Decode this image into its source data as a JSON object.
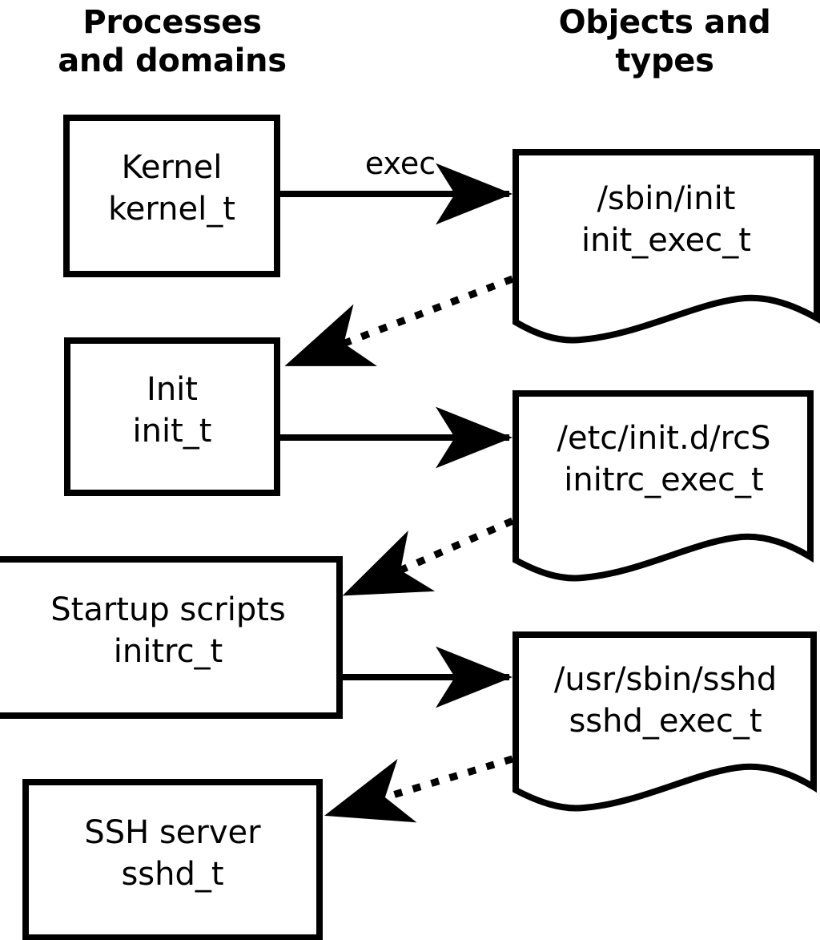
{
  "diagram": {
    "title_left": "Processes\nand domains",
    "title_right": "Objects and\ntypes",
    "process_nodes": [
      {
        "name": "kernel",
        "label": "Kernel\nkernel_t"
      },
      {
        "name": "init",
        "label": "Init\ninit_t"
      },
      {
        "name": "initrc",
        "label": "Startup scripts\ninitrc_t"
      },
      {
        "name": "sshd",
        "label": "SSH server\nsshd_t"
      }
    ],
    "object_nodes": [
      {
        "name": "init-exec",
        "label": "/sbin/init\ninit_exec_t"
      },
      {
        "name": "initrc-exec",
        "label": "/etc/init.d/rcS\ninitrc_exec_t"
      },
      {
        "name": "sshd-exec",
        "label": "/usr/sbin/sshd\nsshd_exec_t"
      }
    ],
    "edges": [
      {
        "name": "kernel-exec-init",
        "label": "exec",
        "style": "solid"
      },
      {
        "name": "init-exec-to-init",
        "label": "",
        "style": "dotted"
      },
      {
        "name": "init-exec-initrc",
        "label": "",
        "style": "solid"
      },
      {
        "name": "initrc-exec-to-initrc",
        "label": "",
        "style": "dotted"
      },
      {
        "name": "initrc-exec-sshd",
        "label": "",
        "style": "solid"
      },
      {
        "name": "sshd-exec-to-sshd",
        "label": "",
        "style": "dotted"
      }
    ],
    "colors": {
      "stroke": "#000000",
      "fill": "#ffffff",
      "background": "#ffffff"
    }
  }
}
